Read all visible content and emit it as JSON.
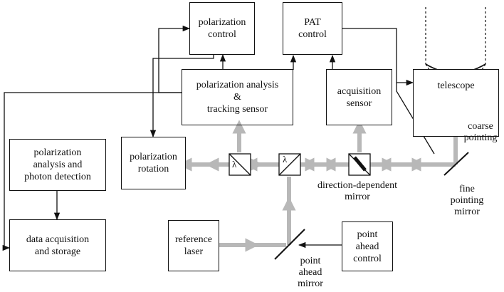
{
  "boxes": {
    "polarization_control": [
      "polarization",
      "control"
    ],
    "pat_control": [
      "PAT",
      "control"
    ],
    "telescope": "telescope",
    "polarization_analysis_tracking": [
      "polarization analysis",
      "&",
      "tracking sensor"
    ],
    "acquisition_sensor": [
      "acquisition",
      "sensor"
    ],
    "polarization_analysis_detection": [
      "polarization",
      "analysis and",
      "photon detection"
    ],
    "polarization_rotation": [
      "polarization",
      "rotation"
    ],
    "data_acquisition": [
      "data acquisition",
      "and storage"
    ],
    "reference_laser": [
      "reference",
      "laser"
    ],
    "point_ahead_control": [
      "point",
      "ahead",
      "control"
    ]
  },
  "labels": {
    "coarse_pointing": [
      "coarse",
      "pointing"
    ],
    "fine_pointing_mirror": [
      "fine",
      "pointing",
      "mirror"
    ],
    "direction_dependent_mirror": [
      "direction-dependent",
      "mirror"
    ],
    "point_ahead_mirror": [
      "point",
      "ahead",
      "mirror"
    ],
    "lambda": "λ"
  },
  "colors": {
    "line": "#111111",
    "beam": "#b8b8b8",
    "background": "#ffffff"
  }
}
